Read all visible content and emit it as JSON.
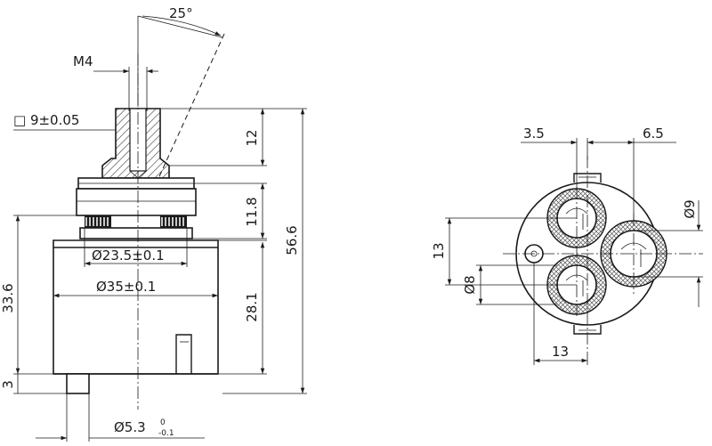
{
  "diagram": {
    "side_view": {
      "angle": "25°",
      "thread": "M4",
      "square": "□ 9±0.05",
      "dim_12": "12",
      "dim_11_8": "11.8",
      "dim_56_6": "56.6",
      "dim_23_5": "Ø23.5±0.1",
      "dim_35": "Ø35±0.1",
      "dim_28_1": "28.1",
      "dim_33_6": "33.6",
      "dim_3": "3",
      "dim_5_3": "Ø5.3",
      "tol_upper": "0",
      "tol_lower": "-0.1"
    },
    "top_view": {
      "dim_3_5": "3.5",
      "dim_6_5": "6.5",
      "dim_9": "Ø9",
      "dim_13_v": "13",
      "dim_8": "Ø8",
      "dim_13_h": "13"
    }
  }
}
